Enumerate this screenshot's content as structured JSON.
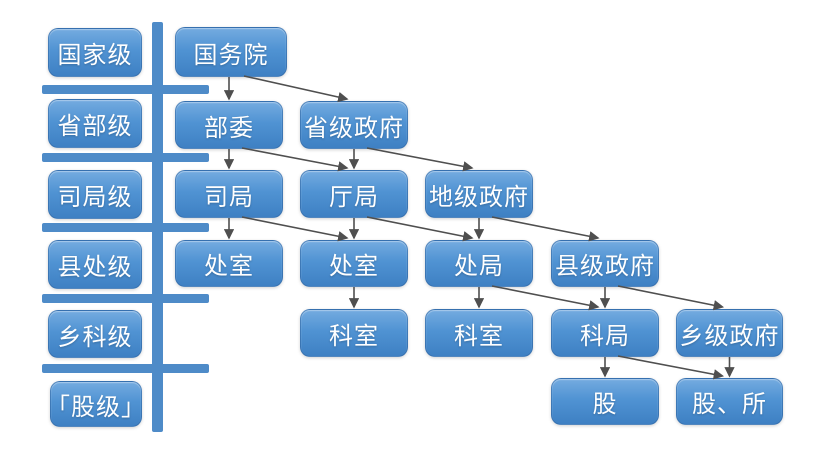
{
  "levels": [
    {
      "id": "national",
      "label": "国家级"
    },
    {
      "id": "provincial_ministerial",
      "label": "省部级"
    },
    {
      "id": "bureau",
      "label": "司局级"
    },
    {
      "id": "county_division",
      "label": "县处级"
    },
    {
      "id": "township_section",
      "label": "乡科级"
    },
    {
      "id": "gu",
      "label": "「股级」"
    }
  ],
  "nodes": {
    "state_council": {
      "label": "国务院",
      "level": "国家级"
    },
    "ministry": {
      "label": "部委",
      "level": "省部级"
    },
    "provincial_government": {
      "label": "省级政府",
      "level": "省部级"
    },
    "si_ju": {
      "label": "司局",
      "level": "司局级"
    },
    "ting_ju": {
      "label": "厅局",
      "level": "司局级"
    },
    "prefecture_government": {
      "label": "地级政府",
      "level": "司局级"
    },
    "chu_shi_1": {
      "label": "处室",
      "level": "县处级"
    },
    "chu_shi_2": {
      "label": "处室",
      "level": "县处级"
    },
    "chu_ju": {
      "label": "处局",
      "level": "县处级"
    },
    "county_government": {
      "label": "县级政府",
      "level": "县处级"
    },
    "ke_shi_1": {
      "label": "科室",
      "level": "乡科级"
    },
    "ke_shi_2": {
      "label": "科室",
      "level": "乡科级"
    },
    "ke_ju": {
      "label": "科局",
      "level": "乡科级"
    },
    "township_government": {
      "label": "乡级政府",
      "level": "乡科级"
    },
    "gu": {
      "label": "股",
      "level": "股级"
    },
    "gu_suo": {
      "label": "股、所",
      "level": "股级"
    }
  },
  "edges": [
    {
      "from": "state_council",
      "to": "ministry"
    },
    {
      "from": "state_council",
      "to": "provincial_government"
    },
    {
      "from": "ministry",
      "to": "si_ju"
    },
    {
      "from": "ministry",
      "to": "ting_ju"
    },
    {
      "from": "provincial_government",
      "to": "ting_ju"
    },
    {
      "from": "provincial_government",
      "to": "prefecture_government"
    },
    {
      "from": "si_ju",
      "to": "chu_shi_1"
    },
    {
      "from": "si_ju",
      "to": "chu_shi_2"
    },
    {
      "from": "ting_ju",
      "to": "chu_shi_2"
    },
    {
      "from": "ting_ju",
      "to": "chu_ju"
    },
    {
      "from": "prefecture_government",
      "to": "chu_ju"
    },
    {
      "from": "prefecture_government",
      "to": "county_government"
    },
    {
      "from": "chu_shi_2",
      "to": "ke_shi_1"
    },
    {
      "from": "chu_ju",
      "to": "ke_shi_2"
    },
    {
      "from": "chu_ju",
      "to": "ke_ju"
    },
    {
      "from": "county_government",
      "to": "ke_ju"
    },
    {
      "from": "county_government",
      "to": "township_government"
    },
    {
      "from": "ke_ju",
      "to": "gu"
    },
    {
      "from": "ke_ju",
      "to": "gu_suo"
    },
    {
      "from": "township_government",
      "to": "gu_suo"
    }
  ],
  "colors": {
    "box_blue_top": "#74abe0",
    "box_blue_bottom": "#3e80c3",
    "bar_blue": "#4e8bc8",
    "arrow_gray": "#4f4f4f",
    "text_white": "#ffffff",
    "background": "#ffffff"
  }
}
